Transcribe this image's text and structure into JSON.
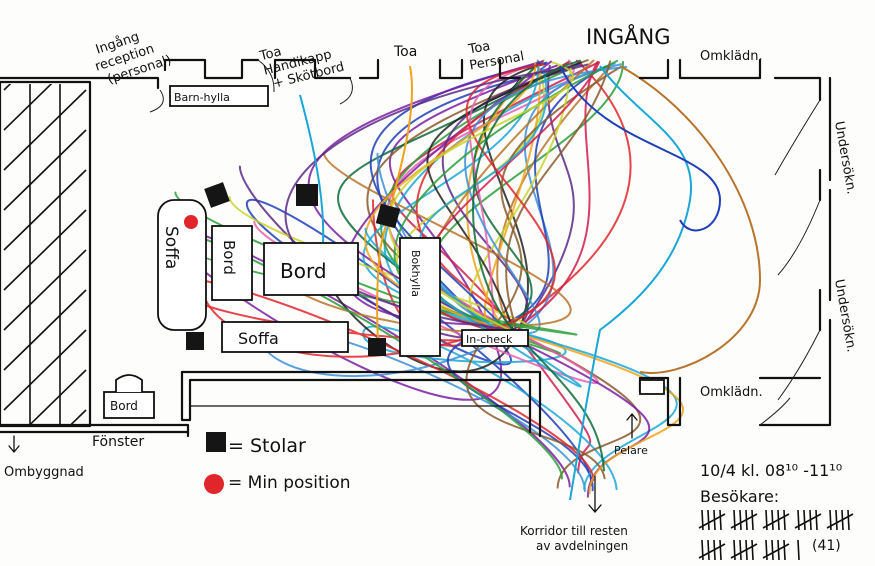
{
  "labels": {
    "entrance": "INGÅNG",
    "reception_1": "Ingång",
    "reception_2": "reception",
    "reception_3": "(personal)",
    "toa_handikapp_1": "Toa",
    "toa_handikapp_2": "Handikapp",
    "toa_handikapp_3": "+ Skötbord",
    "toa": "Toa",
    "toa_personal_1": "Toa",
    "toa_personal_2": "Personal",
    "omkladn_top": "Omklädn.",
    "omkladn_bottom": "Omklädn.",
    "undersokn_1": "Undersökn.",
    "undersokn_2": "Undersökn.",
    "barn_hylla": "Barn-hylla",
    "soffa_left": "Soffa",
    "bord_small": "Bord",
    "bord_big": "Bord",
    "bokhylla": "Bokhylla",
    "soffa_bottom": "Soffa",
    "in_check": "In-check",
    "bord_window": "Bord",
    "fonster": "Fönster",
    "ombyggnad": "Ombyggnad",
    "pelare": "Pelare",
    "korridor_1": "Korridor till resten",
    "korridor_2": "av avdelningen"
  },
  "legend": {
    "chairs": "= Stolar",
    "position": "= Min position"
  },
  "session": {
    "date_time": "10/4 kl. 08¹⁰ -11¹⁰",
    "visitors_label": "Besökare:",
    "visitor_count": 41,
    "visitor_count_text": "(41)"
  },
  "colors": {
    "ink": "#111111",
    "chair": "#151515",
    "my_position": "#e0262b",
    "paths": [
      "#1f3fb8",
      "#7a1fa2",
      "#d01c4e",
      "#2a9d3a",
      "#f0a21a",
      "#1aa7d6",
      "#8a5a2b",
      "#e0262b",
      "#5b2a86",
      "#c9d42a",
      "#0b6b3a",
      "#222222",
      "#e85fb0",
      "#3c8fd8",
      "#b8742c"
    ]
  }
}
